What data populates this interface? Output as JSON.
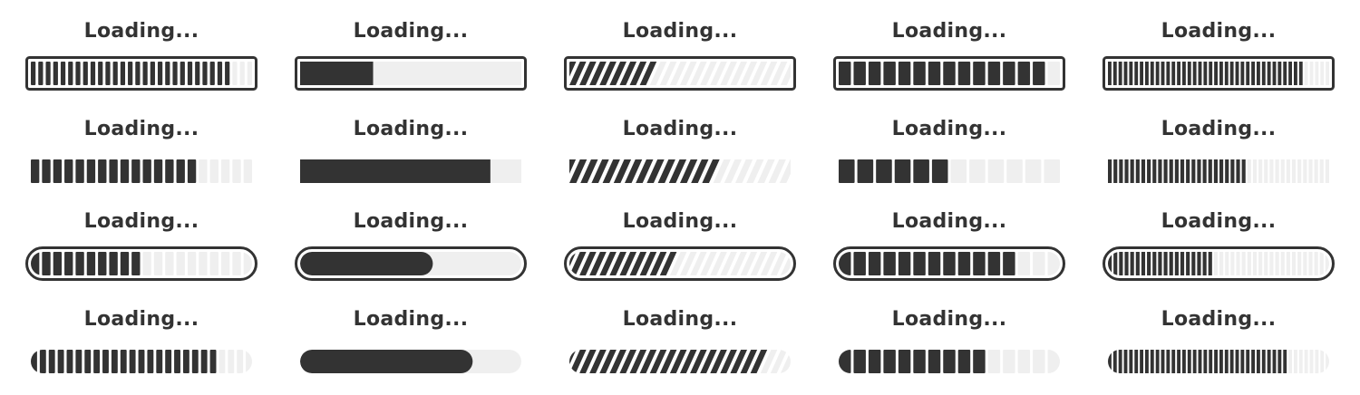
{
  "colors": {
    "dark": "#333333",
    "track": "#efefef",
    "background": "#ffffff"
  },
  "label_text": "Loading...",
  "bars": [
    {
      "name": "bar-r1-c1",
      "shape": "rect",
      "frame": "outlined",
      "fill": "segmented",
      "segments": 30,
      "progress": 0.9,
      "label": "Loading..."
    },
    {
      "name": "bar-r1-c2",
      "shape": "rect",
      "frame": "outlined",
      "fill": "solid",
      "progress": 0.33,
      "label": "Loading..."
    },
    {
      "name": "bar-r1-c3",
      "shape": "rect",
      "frame": "outlined",
      "fill": "striped",
      "segments": 22,
      "progress": 0.35,
      "label": "Loading..."
    },
    {
      "name": "bar-r1-c4",
      "shape": "rect",
      "frame": "outlined",
      "fill": "segmented",
      "segments": 15,
      "progress": 0.93,
      "label": "Loading..."
    },
    {
      "name": "bar-r1-c5",
      "shape": "rect",
      "frame": "outlined",
      "fill": "segmented",
      "segments": 42,
      "progress": 0.88,
      "label": "Loading..."
    },
    {
      "name": "bar-r2-c1",
      "shape": "rect",
      "frame": "none",
      "fill": "segmented",
      "segments": 20,
      "progress": 0.75,
      "label": "Loading..."
    },
    {
      "name": "bar-r2-c2",
      "shape": "rect",
      "frame": "none",
      "fill": "solid",
      "progress": 0.86,
      "label": "Loading..."
    },
    {
      "name": "bar-r2-c3",
      "shape": "rect",
      "frame": "none",
      "fill": "striped",
      "segments": 20,
      "progress": 0.65,
      "label": "Loading..."
    },
    {
      "name": "bar-r2-c4",
      "shape": "rect",
      "frame": "none",
      "fill": "segmented",
      "segments": 12,
      "progress": 0.5,
      "label": "Loading..."
    },
    {
      "name": "bar-r2-c5",
      "shape": "rect",
      "frame": "none",
      "fill": "segmented",
      "segments": 40,
      "progress": 0.63,
      "label": "Loading..."
    },
    {
      "name": "bar-r3-c1",
      "shape": "pill",
      "frame": "outlined",
      "fill": "segmented",
      "segments": 20,
      "progress": 0.5,
      "label": "Loading..."
    },
    {
      "name": "bar-r3-c2",
      "shape": "pill",
      "frame": "outlined",
      "fill": "solid",
      "progress": 0.6,
      "label": "Loading..."
    },
    {
      "name": "bar-r3-c3",
      "shape": "pill",
      "frame": "outlined",
      "fill": "striped",
      "segments": 22,
      "progress": 0.47,
      "label": "Loading..."
    },
    {
      "name": "bar-r3-c4",
      "shape": "pill",
      "frame": "outlined",
      "fill": "segmented",
      "segments": 15,
      "progress": 0.8,
      "label": "Loading..."
    },
    {
      "name": "bar-r3-c5",
      "shape": "pill",
      "frame": "outlined",
      "fill": "segmented",
      "segments": 40,
      "progress": 0.47,
      "label": "Loading..."
    },
    {
      "name": "bar-r4-c1",
      "shape": "pill",
      "frame": "none",
      "fill": "segmented",
      "segments": 25,
      "progress": 0.85,
      "label": "Loading..."
    },
    {
      "name": "bar-r4-c2",
      "shape": "pill",
      "frame": "none",
      "fill": "solid",
      "progress": 0.78,
      "label": "Loading..."
    },
    {
      "name": "bar-r4-c3",
      "shape": "pill",
      "frame": "none",
      "fill": "striped",
      "segments": 22,
      "progress": 0.85,
      "label": "Loading..."
    },
    {
      "name": "bar-r4-c4",
      "shape": "pill",
      "frame": "none",
      "fill": "segmented",
      "segments": 15,
      "progress": 0.64,
      "label": "Loading..."
    },
    {
      "name": "bar-r4-c5",
      "shape": "pill",
      "frame": "none",
      "fill": "segmented",
      "segments": 42,
      "progress": 0.82,
      "label": "Loading..."
    }
  ]
}
